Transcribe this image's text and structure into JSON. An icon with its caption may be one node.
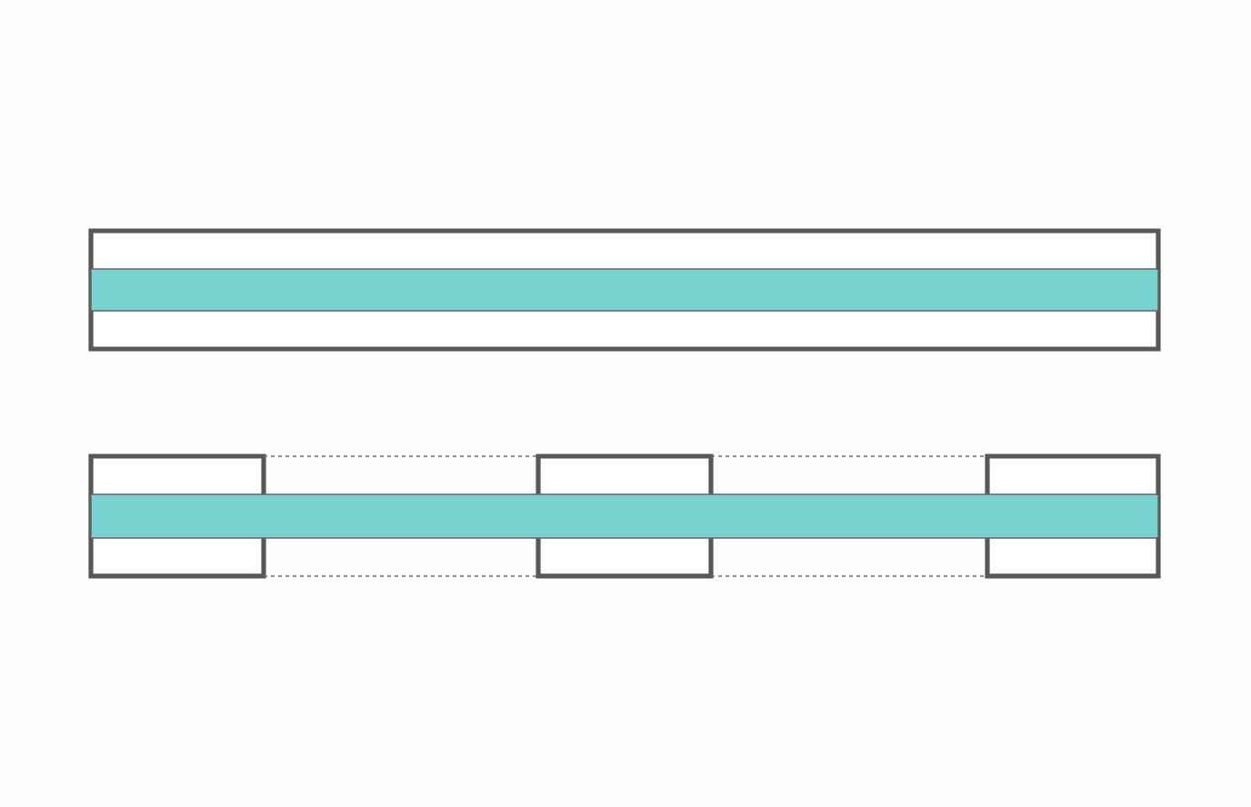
{
  "diagram": {
    "nodes": [
      {
        "text": [],
        "shape": "box"
      },
      {
        "text": [],
        "shape": "bar",
        "in": 0
      },
      {
        "text": [],
        "shape": "box"
      },
      {
        "text": [],
        "shape": "box"
      },
      {
        "text": [],
        "shape": "box"
      },
      {
        "text": [],
        "shape": "bar"
      }
    ]
  }
}
